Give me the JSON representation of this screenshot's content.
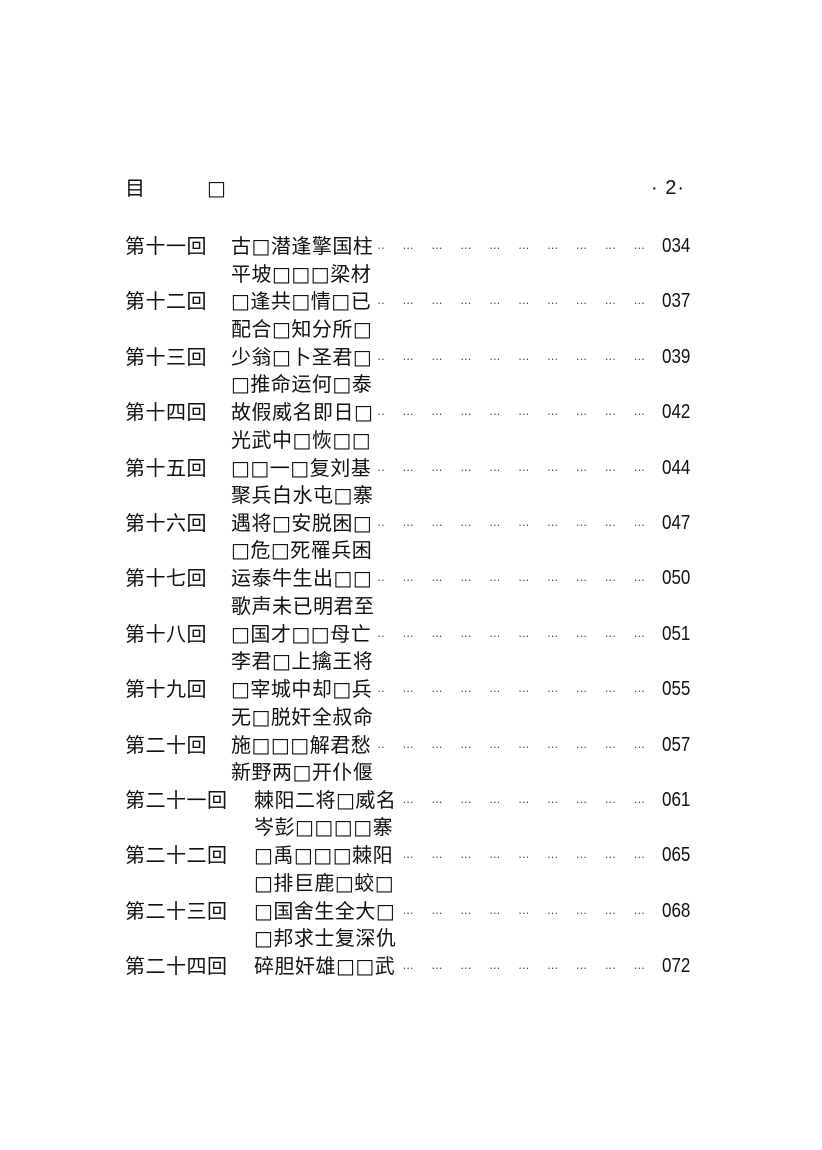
{
  "header": {
    "title_char_1": "目",
    "title_char_2": "□",
    "page_number": "· 2·"
  },
  "leader_text": "… … … … … … … … … … … … … … …",
  "toc": {
    "entries": [
      {
        "chapter": "第十一回",
        "line1": "古□潜逢擎国柱",
        "line2": "平坡□□□梁材",
        "page": "034"
      },
      {
        "chapter": "第十二回",
        "line1": "□逢共□情□已",
        "line2": "配合□知分所□",
        "page": "037"
      },
      {
        "chapter": "第十三回",
        "line1": "少翁□卜圣君□",
        "line2": "□推命运何□泰",
        "page": "039"
      },
      {
        "chapter": "第十四回",
        "line1": "故假威名即日□",
        "line2": "光武中□恢□□",
        "page": "042"
      },
      {
        "chapter": "第十五回",
        "line1": "□□一□复刘基",
        "line2": "聚兵白水屯□寨",
        "page": "044"
      },
      {
        "chapter": "第十六回",
        "line1": "遇将□安脱困□",
        "line2": "□危□死罹兵困",
        "page": "047"
      },
      {
        "chapter": "第十七回",
        "line1": "运泰牛生出□□",
        "line2": "歌声未已明君至",
        "page": "050"
      },
      {
        "chapter": "第十八回",
        "line1": "□国才□□母亡",
        "line2": "李君□上擒王将",
        "page": "051"
      },
      {
        "chapter": "第十九回",
        "line1": "□宰城中却□兵",
        "line2": "无□脱奸全叔命",
        "page": "055"
      },
      {
        "chapter": "第二十回",
        "line1": "施□□□解君愁",
        "line2": "新野两□开仆偃",
        "page": "057"
      },
      {
        "chapter": "第二十一回",
        "line1": "棘阳二将□威名",
        "line2": "岑彭□□□□寨",
        "page": "061"
      },
      {
        "chapter": "第二十二回",
        "line1": "□禹□□□棘阳",
        "line2": "□排巨鹿□蛟□",
        "page": "065"
      },
      {
        "chapter": "第二十三回",
        "line1": "□国舍生全大□",
        "line2": "□邦求士复深仇",
        "page": "068"
      },
      {
        "chapter": "第二十四回",
        "line1": "碎胆奸雄□□武",
        "line2": "",
        "page": "072"
      }
    ]
  }
}
